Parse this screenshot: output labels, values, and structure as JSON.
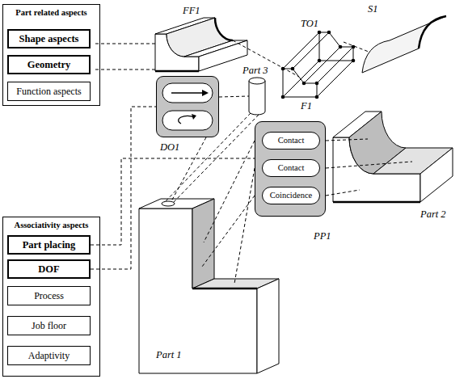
{
  "diagram": {
    "nodes": [
      {
        "text": [
          "Part related aspects"
        ]
      },
      {
        "text": [
          "Shape aspects"
        ],
        "in": 0
      },
      {
        "text": [
          "Geometry"
        ],
        "in": 0
      },
      {
        "text": [
          "Function aspects"
        ],
        "in": 0
      },
      {
        "text": [
          "DO1"
        ]
      },
      {
        "text": [
          "PP1"
        ]
      },
      {
        "text": [
          "Contact"
        ],
        "in": 5
      },
      {
        "text": [
          "Contact"
        ],
        "in": 5
      },
      {
        "text": [
          "Coincidence"
        ],
        "in": 5
      },
      {
        "text": [
          "Associativity aspects"
        ]
      },
      {
        "text": [
          "Part placing"
        ],
        "in": 9
      },
      {
        "text": [
          "DOF"
        ],
        "in": 9
      },
      {
        "text": [
          "Process"
        ],
        "in": 9
      },
      {
        "text": [
          "Job floor"
        ],
        "in": 9
      },
      {
        "text": [
          "Adaptivity"
        ],
        "in": 9
      }
    ],
    "edges": [
      {
        "from": 10,
        "to": 5,
        "arrow": "none"
      },
      {
        "from": 11,
        "to": 4,
        "arrow": "none"
      }
    ],
    "labels": [
      "FF1",
      "TO1",
      "S1",
      "F1",
      "Part 3",
      "Part 2",
      "Part 1"
    ]
  }
}
